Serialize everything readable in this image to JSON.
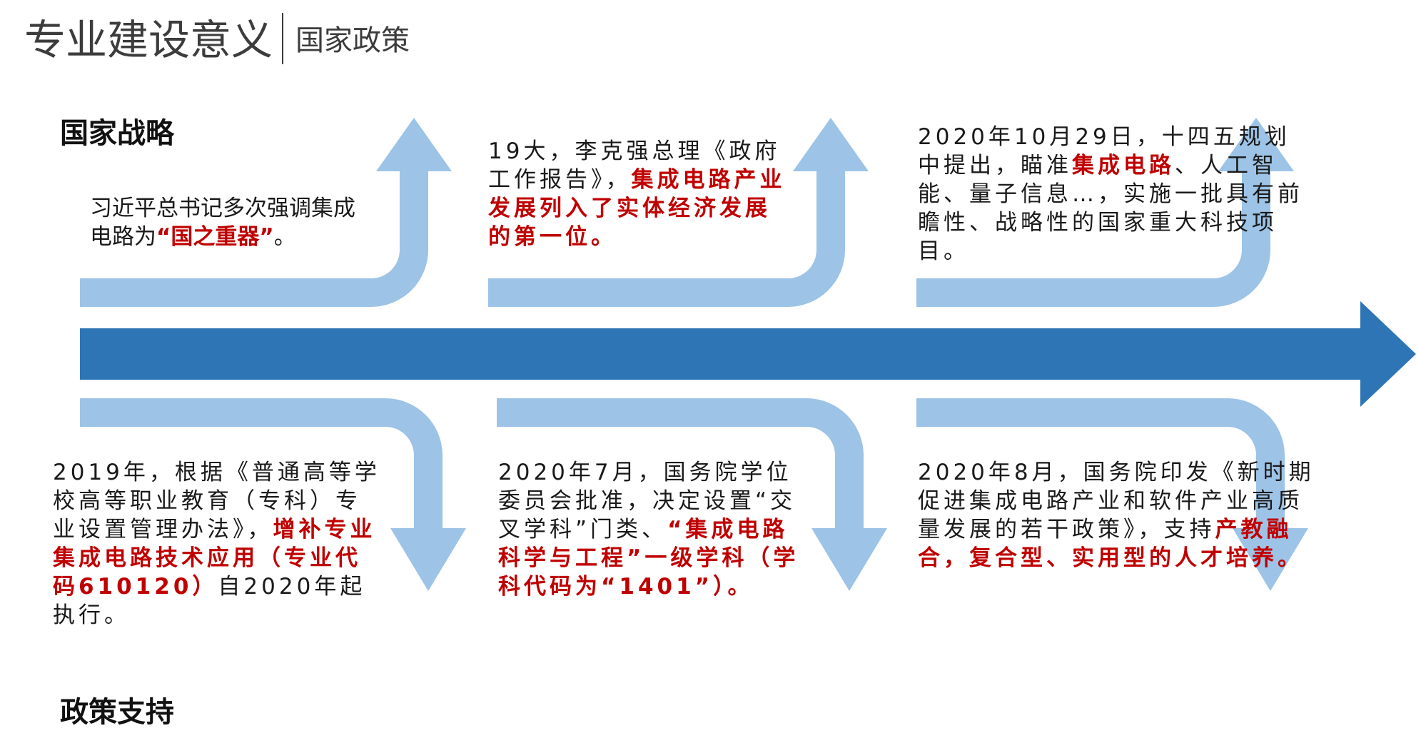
{
  "header": {
    "title": "专业建设意义",
    "subtitle": "国家政策"
  },
  "labels": {
    "top": "国家战略",
    "bottom": "政策支持"
  },
  "colors": {
    "main_arrow": "#2e75b6",
    "branch_arrow": "#9dc3e6",
    "highlight": "#c00000"
  },
  "events": [
    {
      "segments": [
        {
          "text": "习近平总书记多次强调集成电路为",
          "hl": false
        },
        {
          "text": "“国之重器”",
          "hl": true
        },
        {
          "text": "。",
          "hl": false
        }
      ]
    },
    {
      "segments": [
        {
          "text": "19大，李克强总理《政府工作报告》，",
          "hl": false
        },
        {
          "text": "集成电路产业发展列入了实体经济发展的第一位。",
          "hl": true
        }
      ]
    },
    {
      "segments": [
        {
          "text": "2020年10月29日，十四五规划中提出，瞄准",
          "hl": false
        },
        {
          "text": "集成电路",
          "hl": true
        },
        {
          "text": "、人工智能、量子信息…，实施一批具有前瞻性、战略性的国家重大科技项目。",
          "hl": false
        }
      ]
    },
    {
      "segments": [
        {
          "text": "2019年，根据《普通高等学校高等职业教育（专科）专业设置管理办法》，",
          "hl": false
        },
        {
          "text": "增补专业集成电路技术应用（专业代码610120）",
          "hl": true
        },
        {
          "text": "自2020年起执行。",
          "hl": false
        }
      ]
    },
    {
      "segments": [
        {
          "text": "2020年7月，国务院学位委员会批准，决定设置“交叉学科”门类、",
          "hl": false
        },
        {
          "text": "“集成电路科学与工程”一级学科（学科代码为“1401”）。",
          "hl": true
        }
      ]
    },
    {
      "segments": [
        {
          "text": "2020年8月，国务院印发《新时期促进集成电路产业和软件产业高质量发展的若干政策》，支持",
          "hl": false
        },
        {
          "text": "产教融合，复合型、实用型的人才培养。",
          "hl": true
        }
      ]
    }
  ]
}
